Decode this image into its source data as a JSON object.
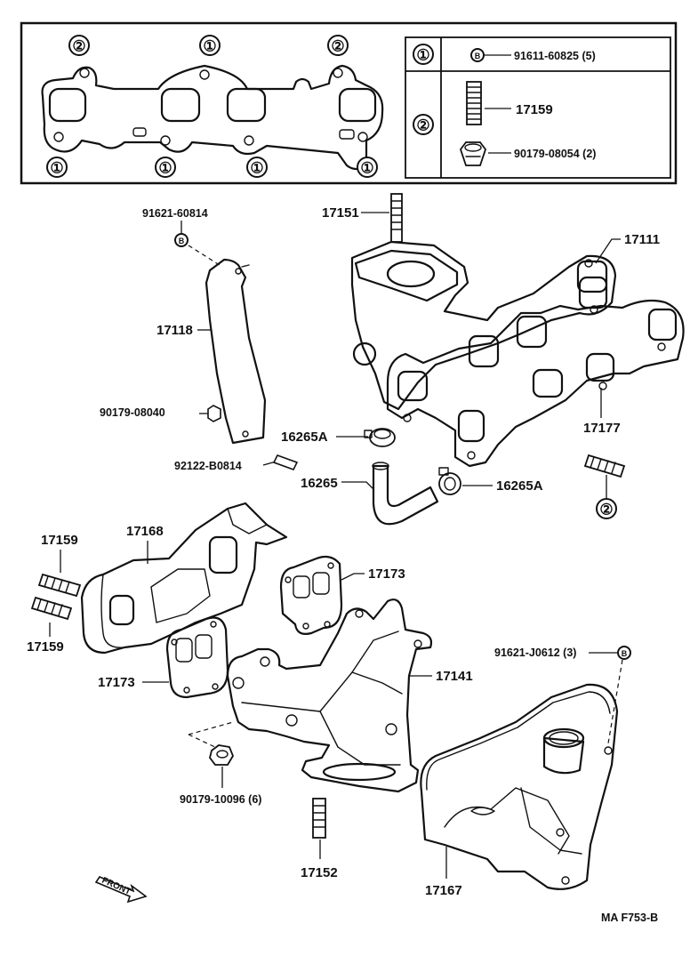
{
  "legend": {
    "callout_1": "①",
    "callout_2": "②",
    "bolt_marker": "B",
    "row1_part": "91611-60825 (5)",
    "row2_stud": "17159",
    "row2_nut": "90179-08054 (2)"
  },
  "gasket_callouts": {
    "top": [
      "②",
      "①",
      "②"
    ],
    "bottom": [
      "①",
      "①",
      "①",
      "①"
    ]
  },
  "part_numbers": {
    "p91621_60814": "91621-60814",
    "bolt_marker": "B",
    "p17118": "17118",
    "p90179_08040": "90179-08040",
    "p92122_b0814": "92122-B0814",
    "p17151": "17151",
    "p17111": "17111",
    "p16265A_top": "16265A",
    "p16265": "16265",
    "p16265A_right": "16265A",
    "p17177": "17177",
    "stud_callout": "②",
    "p17159_top": "17159",
    "p17168": "17168",
    "p17159_bottom": "17159",
    "p17173_upper": "17173",
    "p17173_lower": "17173",
    "p17141": "17141",
    "p91621_j0612": "91621-J0612 (3)",
    "bolt_marker_2": "B",
    "p90179_10096": "90179-10096 (6)",
    "p17152": "17152",
    "p17167": "17167"
  },
  "front_label": "FRONT",
  "figure_code": "MA F753-B"
}
